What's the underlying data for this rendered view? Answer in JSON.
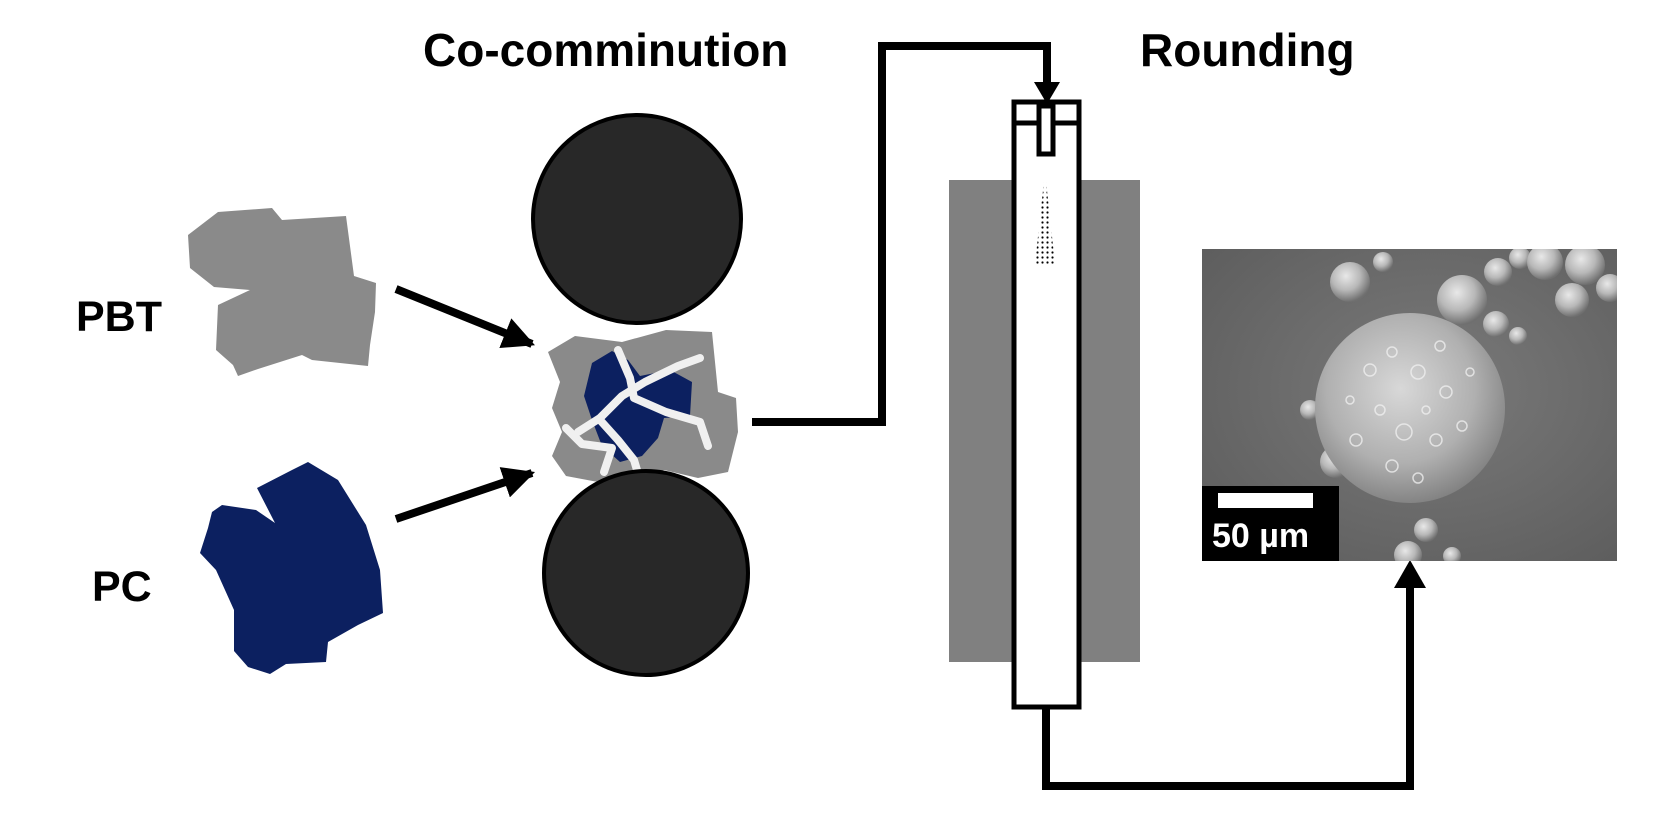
{
  "labels": {
    "co_comminution": "Co-comminution",
    "rounding": "Rounding",
    "pbt": "PBT",
    "pc": "PC"
  },
  "sem_image": {
    "scale_bar_label": "50 µm"
  },
  "colors": {
    "pbt_particle": "#8a8a8a",
    "pc_particle": "#0c2060",
    "roller": "#282828",
    "heater": "#808080",
    "sem_background": "#6d6d6d",
    "line": "#000000",
    "crack": "#f0f0f0"
  }
}
